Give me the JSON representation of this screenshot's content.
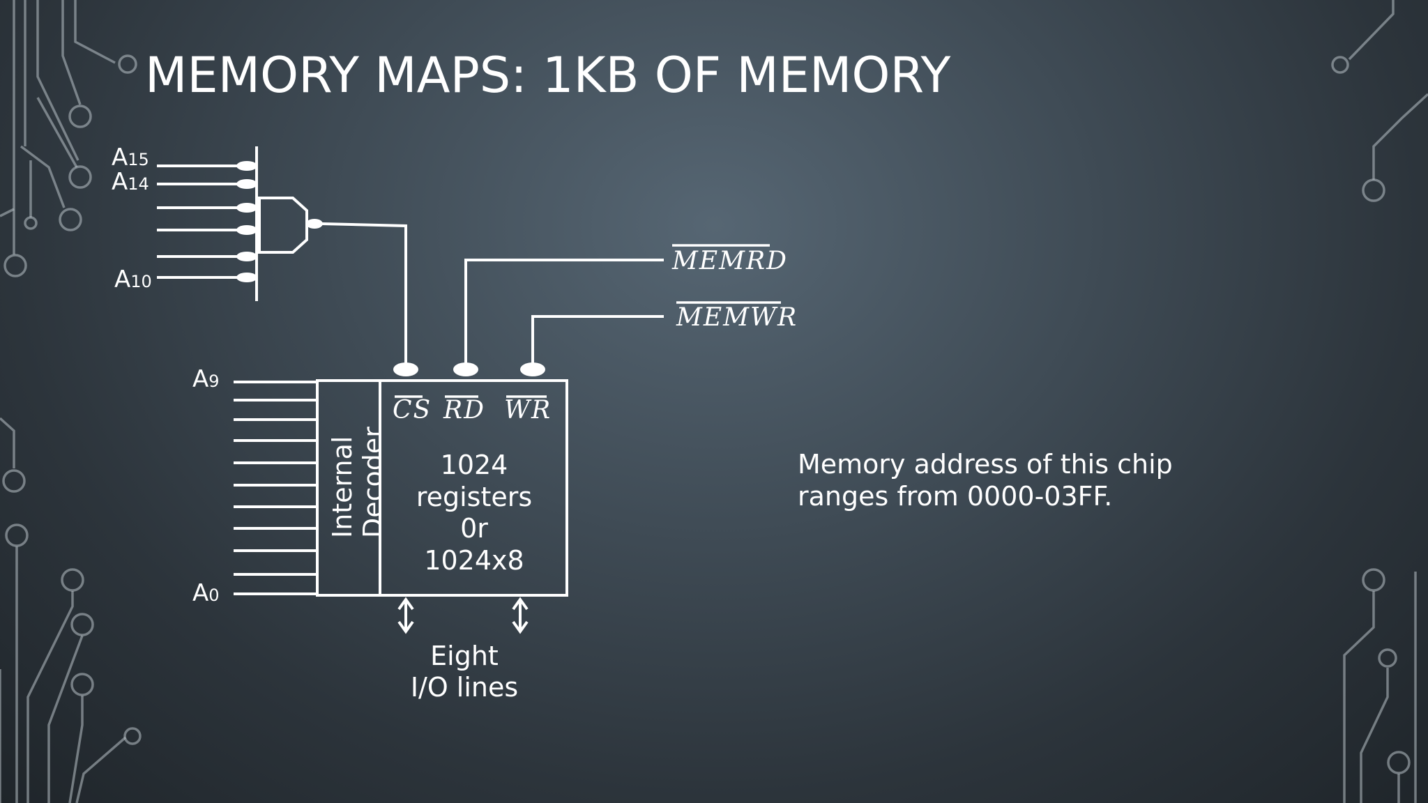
{
  "title": "MEMORY MAPS: 1KB OF MEMORY",
  "address_lines": {
    "a15": {
      "base": "A",
      "sub": "15"
    },
    "a14": {
      "base": "A",
      "sub": "14"
    },
    "a10": {
      "base": "A",
      "sub": "10"
    },
    "a9": {
      "base": "A",
      "sub": "9"
    },
    "a0": {
      "base": "A",
      "sub": "0"
    }
  },
  "signals": {
    "memrd": "MEMRD",
    "memwr": "MEMWR"
  },
  "chip": {
    "cs": "CS",
    "rd": "RD",
    "wr": "WR",
    "decoder_line1": "Internal",
    "decoder_line2": "Decoder",
    "line1": "1024",
    "line2": "registers",
    "line3": "0r",
    "line4": "1024x8"
  },
  "io_label": {
    "line1": "Eight",
    "line2": "I/O lines"
  },
  "note": {
    "line1": "Memory address of this chip",
    "line2": "ranges from 0000-03FF."
  }
}
